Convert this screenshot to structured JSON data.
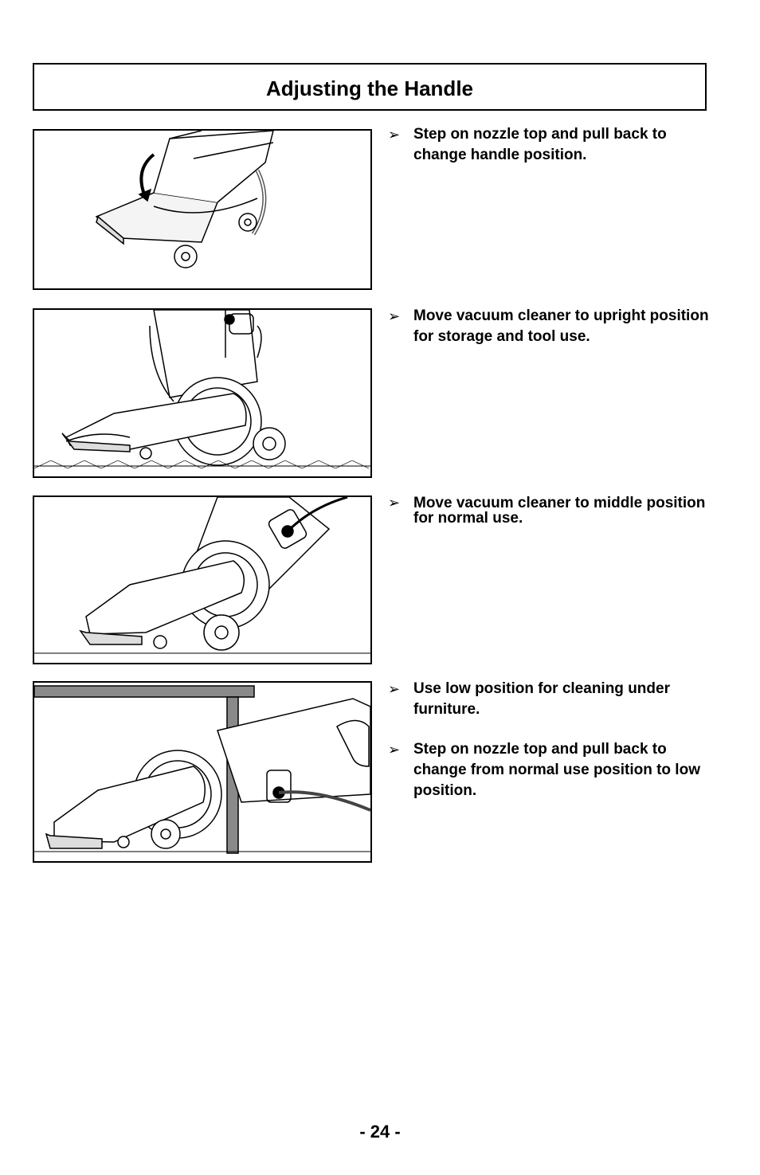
{
  "page": {
    "title": "Adjusting the Handle",
    "page_number": "- 24 -"
  },
  "icons": {
    "bullet": "arrowhead-right-icon"
  },
  "sections": [
    {
      "figure": "vacuum-foot-pedal-illustration",
      "items": [
        {
          "bullet": "➢",
          "text": "Step on nozzle top and pull back to change handle position."
        }
      ]
    },
    {
      "figure": "vacuum-upright-position-illustration",
      "items": [
        {
          "bullet": "➢",
          "text": "Move vacuum cleaner to upright position for storage and tool use."
        }
      ]
    },
    {
      "figure": "vacuum-middle-position-illustration",
      "items": [
        {
          "bullet": "➢",
          "text": "Move vacuum cleaner to middle position for normal use."
        }
      ]
    },
    {
      "figure": "vacuum-low-position-illustration",
      "items": [
        {
          "bullet": "➢",
          "text": "Use low position for cleaning under furniture."
        },
        {
          "bullet": "➢",
          "text": "Step on nozzle top and pull back to change from normal use position to low position."
        }
      ]
    }
  ]
}
